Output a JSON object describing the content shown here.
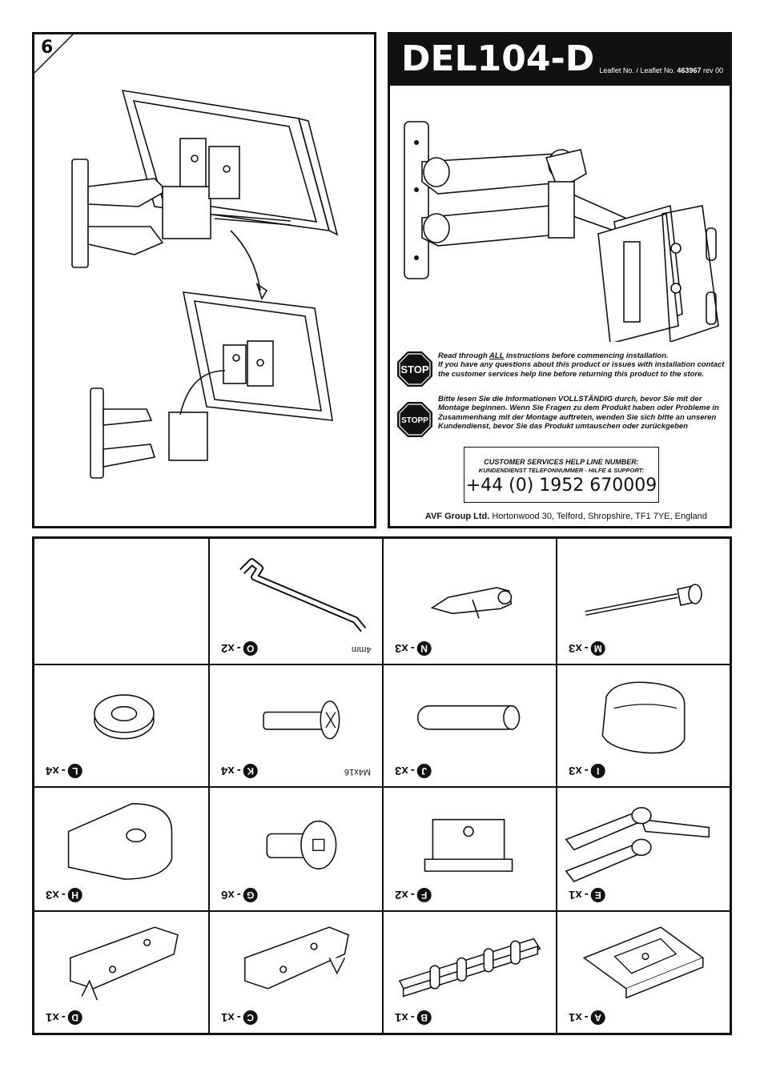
{
  "step": {
    "number": "6"
  },
  "header": {
    "product_code": "DEL104-D",
    "leaflet_prefix": "Leaflet No. / Leaflet No.",
    "leaflet_number": "463967",
    "leaflet_rev": "rev 00"
  },
  "stop_en": {
    "sign": "STOP",
    "lead": "Read through ",
    "all": "ALL",
    "rest": " instructions before commencing installation.",
    "line2": "If you have any questions about this product or issues with installation contact the customer services help line before returning this product to the store."
  },
  "stop_de": {
    "sign": "STOPP",
    "text": "Bitte lesen Sie die Informationen VOLLSTÄNDIG durch, bevor Sie mit der Montage beginnen.  Wenn Sie Fragen zu dem Produkt haben oder Probleme in Zusammenhang mit der Montage auftreten, wenden Sie sich bitte an unseren Kundendienst, bevor Sie das Produkt umtauschen oder zurückgeben"
  },
  "helpline": {
    "line1": "CUSTOMER SERVICES HELP LINE NUMBER:",
    "line2": "KUNDENDIENST TELEFONNUMMER - HILFE & SUPPORT:",
    "number": "+44 (0) 1952 670009"
  },
  "company": {
    "name": "AVF Group Ltd.",
    "address": "Hortonwood 30, Telford, Shropshire, TF1 7YE, England"
  },
  "parts": [
    {
      "letter": "O",
      "qty": "x2",
      "spec": "4mm"
    },
    {
      "letter": "N",
      "qty": "x3",
      "spec": ""
    },
    {
      "letter": "M",
      "qty": "x3",
      "spec": ""
    },
    {
      "letter": "L",
      "qty": "x4",
      "spec": ""
    },
    {
      "letter": "K",
      "qty": "x4",
      "spec": "M4x16"
    },
    {
      "letter": "J",
      "qty": "x3",
      "spec": ""
    },
    {
      "letter": "I",
      "qty": "x3",
      "spec": ""
    },
    {
      "letter": "H",
      "qty": "x3",
      "spec": ""
    },
    {
      "letter": "G",
      "qty": "x6",
      "spec": ""
    },
    {
      "letter": "F",
      "qty": "x2",
      "spec": ""
    },
    {
      "letter": "E",
      "qty": "x1",
      "spec": ""
    },
    {
      "letter": "D",
      "qty": "x1",
      "spec": ""
    },
    {
      "letter": "C",
      "qty": "x1",
      "spec": ""
    },
    {
      "letter": "B",
      "qty": "x1",
      "spec": ""
    },
    {
      "letter": "A",
      "qty": "x1",
      "spec": ""
    }
  ]
}
